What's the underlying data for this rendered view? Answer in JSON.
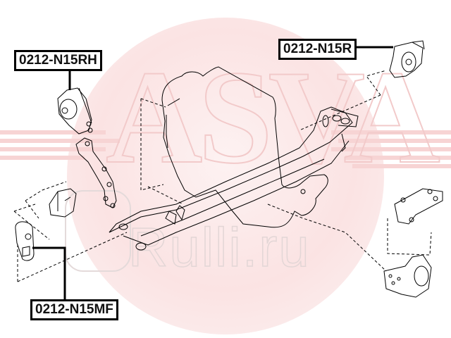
{
  "diagram": {
    "type": "exploded-parts-diagram",
    "subject": "engine mounts",
    "callouts": [
      {
        "id": "rh",
        "part_number": "0212-N15RH"
      },
      {
        "id": "r",
        "part_number": "0212-N15R"
      },
      {
        "id": "mf",
        "part_number": "0212-N15MF"
      }
    ],
    "watermarks": {
      "brand": "ASVA",
      "site": "Rulli.ru"
    },
    "colors": {
      "line": "#000000",
      "watermark_red": "#e8a0a0",
      "background": "#ffffff"
    }
  }
}
